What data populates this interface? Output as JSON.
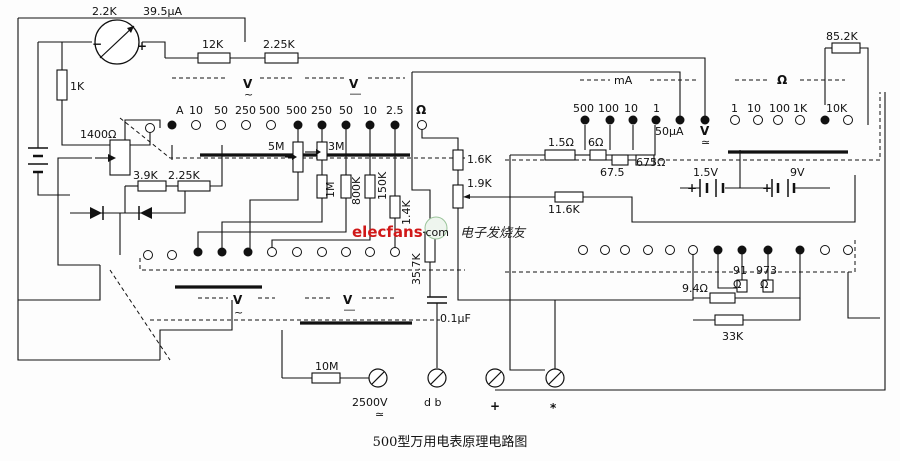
{
  "caption": "500型万用电表原理电路图",
  "watermark": {
    "brand": "elecfans",
    "suffix": "·com",
    "cn": "电子发烧友"
  },
  "meter": {
    "resistance": "2.2K",
    "current": "39.5μA",
    "minus": "−",
    "plus": "+"
  },
  "resistors": {
    "r12k": "12K",
    "r225k_top": "2.25K",
    "r1k": "1K",
    "r1400": "1400Ω",
    "r39k": "3.9K",
    "r225k_mid": "2.25K",
    "r5m": "5M",
    "r3m": "3M",
    "r1m": "1M",
    "r800k": "800K",
    "r150k": "150K",
    "r14k": "1.4K",
    "r357k": "35.7K",
    "r16k": "1.6K",
    "r19k": "1.9K",
    "r116k": "11.6K",
    "r15": "1.5Ω",
    "r6": "6Ω",
    "r675": "67.5",
    "r675b": "675Ω",
    "r852k": "85.2K",
    "r94": "9.4Ω",
    "r91": "91",
    "r91u": "Ω",
    "r973": "973",
    "r973u": "Ω",
    "r33k": "33K",
    "r10m": "10M"
  },
  "capacitor": "0.1μF",
  "batteries": {
    "b15": "1.5V",
    "b9": "9V",
    "plus1": "+",
    "plus2": "+"
  },
  "groups": {
    "v_ac": "V",
    "v_dc": "V",
    "ma": "mA",
    "ohm": "Ω",
    "v_ac2": "V",
    "v_dc2": "V"
  },
  "ranges": {
    "v_ac": [
      "A",
      "10",
      "50",
      "250",
      "500"
    ],
    "v_dc": [
      "500",
      "250",
      "50",
      "10",
      "2.5"
    ],
    "ohm_pos": "Ω",
    "ma": [
      "500",
      "100",
      "10",
      "1"
    ],
    "ua": "50μA",
    "vv": "V",
    "ohm": [
      "1",
      "10",
      "100",
      "1K",
      "10K"
    ]
  },
  "terminals": {
    "t2500": "2500V",
    "db": "d b",
    "plus": "+",
    "star": "*"
  }
}
